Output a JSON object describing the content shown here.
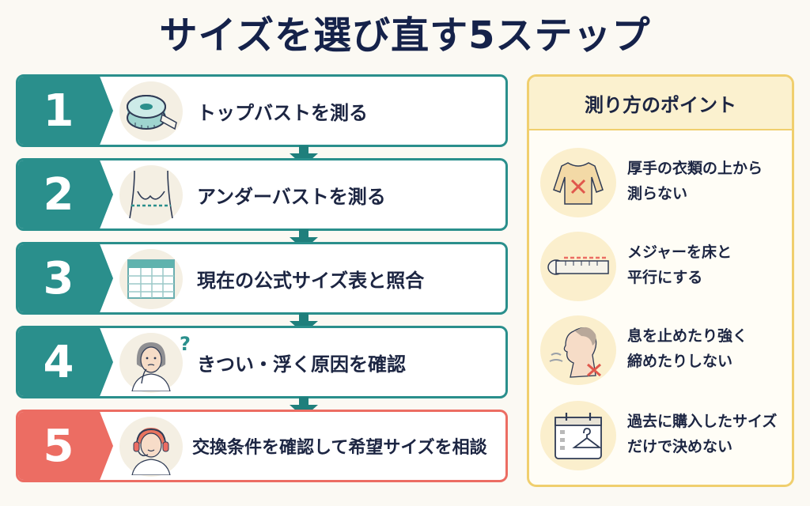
{
  "title": "サイズを選び直す5ステップ",
  "steps": [
    {
      "number": "1",
      "label": "トップバストを測る",
      "icon": "tape-measure-icon"
    },
    {
      "number": "2",
      "label": "アンダーバストを測る",
      "icon": "underbust-icon"
    },
    {
      "number": "3",
      "label": "現在の公式サイズ表と照合",
      "icon": "size-table-icon"
    },
    {
      "number": "4",
      "label": "きつい・浮く原因を確認",
      "icon": "thinking-person-icon",
      "badge": "?"
    },
    {
      "number": "5",
      "label": "交換条件を確認して希望サイズを相談",
      "icon": "support-headset-icon"
    }
  ],
  "points": {
    "title": "測り方のポイント",
    "items": [
      {
        "line1": "厚手の衣類の上から",
        "line2": "測らない",
        "icon": "sweater-cross-icon"
      },
      {
        "line1": "メジャーを床と",
        "line2": "平行にする",
        "icon": "level-tape-icon"
      },
      {
        "line1": "息を止めたり強く",
        "line2": "締めたりしない",
        "icon": "breath-cross-icon"
      },
      {
        "line1": "過去に購入したサイズ",
        "line2": "だけで決めない",
        "icon": "calendar-hanger-icon"
      }
    ]
  },
  "colors": {
    "teal": "#2a8f8c",
    "coral": "#ec6d63",
    "yellow": "#f0cf6e",
    "navy": "#15224a"
  }
}
